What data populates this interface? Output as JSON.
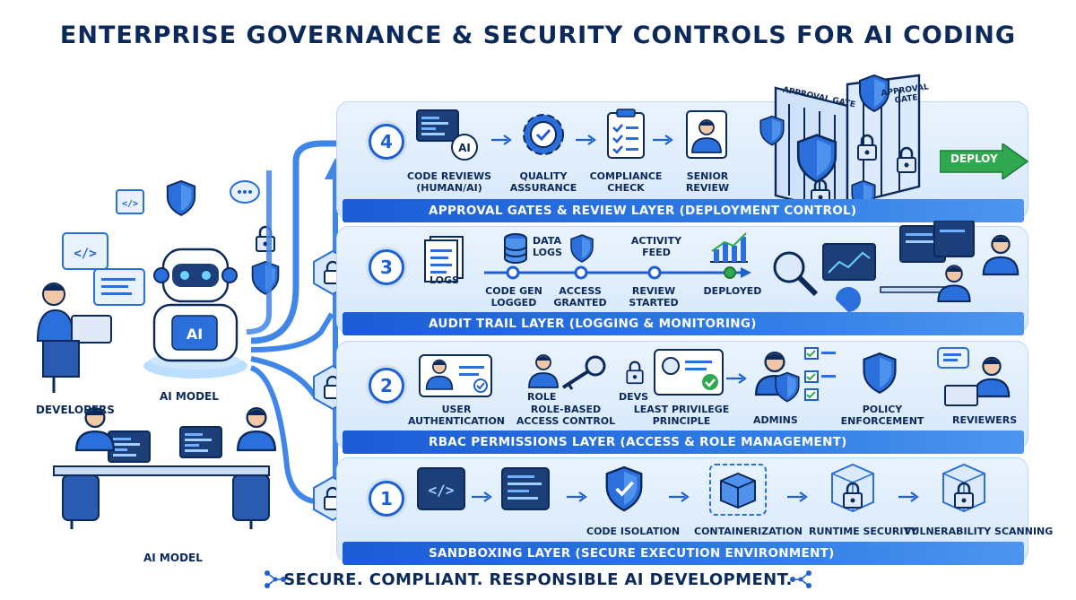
{
  "title": "ENTERPRISE GOVERNANCE & SECURITY CONTROLS FOR AI CODING",
  "left": {
    "developers_label": "DEVELOPERS",
    "ai_model_label": "AI MODEL",
    "robot_badge": "AI",
    "team_label": "AI MODEL"
  },
  "layers": [
    {
      "number": "4",
      "banner": "APPROVAL GATES & REVIEW LAYER (DEPLOYMENT CONTROL)",
      "ai_badge": "AI",
      "items": [
        "CODE REVIEWS (HUMAN/AI)",
        "QUALITY ASSURANCE",
        "COMPLIANCE CHECK",
        "SENIOR REVIEW"
      ],
      "gate_labels": [
        "APPROVAL GATE",
        "APPROVAL GATE"
      ],
      "deploy": "DEPLOY"
    },
    {
      "number": "3",
      "banner": "AUDIT TRAIL LAYER (LOGGING & MONITORING)",
      "logs": "LOGS",
      "data_logs": "DATA LOGS",
      "activity_feed": "ACTIVITY FEED",
      "timeline": [
        "CODE GEN LOGGED",
        "ACCESS GRANTED",
        "REVIEW STARTED",
        "DEPLOYED"
      ]
    },
    {
      "number": "2",
      "banner": "RBAC PERMISSIONS LAYER (ACCESS & ROLE MANAGEMENT)",
      "items": [
        "USER AUTHENTICATION",
        "ROLE",
        "ROLE-BASED ACCESS CONTROL",
        "DEVS",
        "LEAST PRIVILEGE PRINCIPLE",
        "ADMINS",
        "POLICY ENFORCEMENT",
        "REVIEWERS"
      ]
    },
    {
      "number": "1",
      "banner": "SANDBOXING LAYER (SECURE EXECUTION ENVIRONMENT)",
      "items": [
        "CODE ISOLATION",
        "CONTAINERIZATION",
        "RUNTIME SECURITY",
        "VULNERABILITY SCANNING"
      ]
    }
  ],
  "footer": "SECURE. COMPLIANT. RESPONSIBLE AI DEVELOPMENT.",
  "colors": {
    "primary": "#1e5fd3",
    "navy": "#0b2a5b",
    "panel": "#e3effc",
    "deploy_green": "#2fa84f"
  }
}
